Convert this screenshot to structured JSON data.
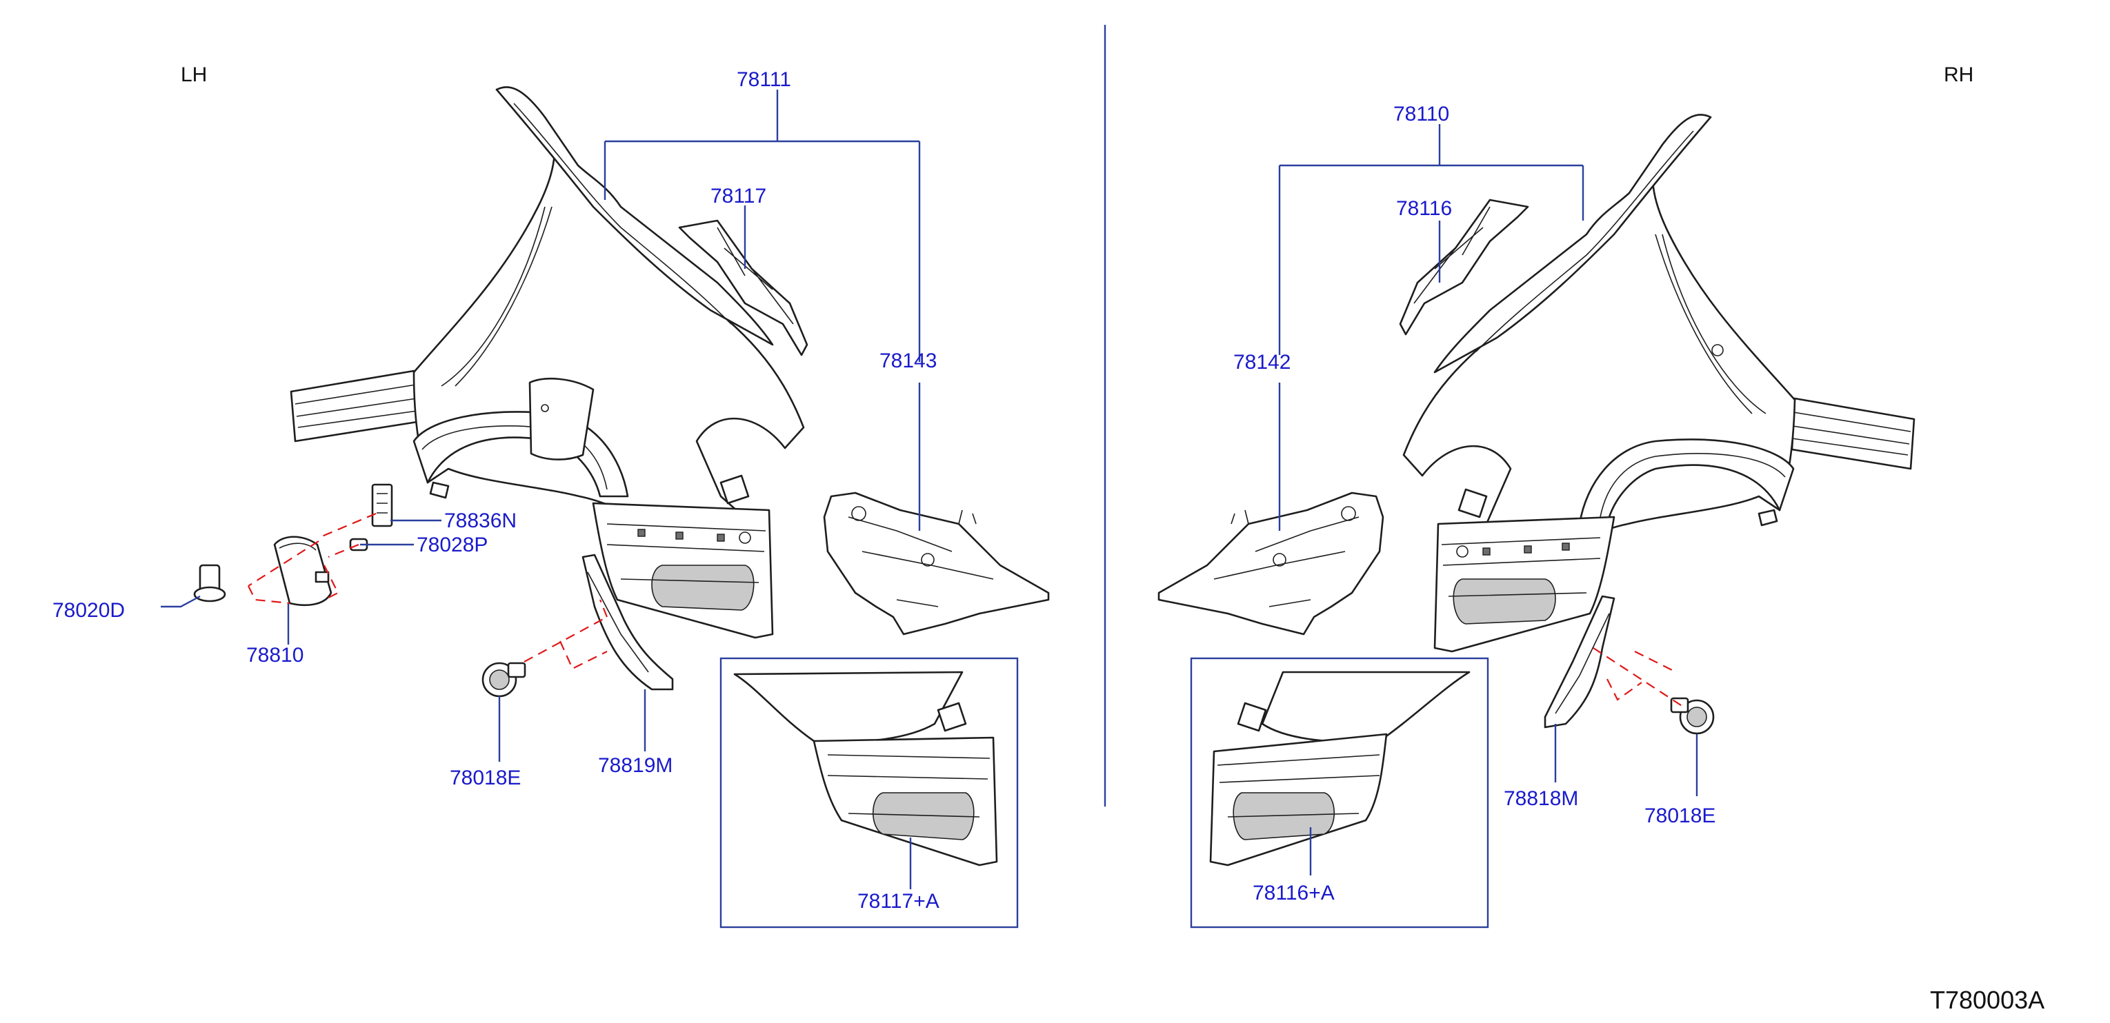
{
  "sides": {
    "left": "LH",
    "right": "RH"
  },
  "reference": "T780003A",
  "labels": {
    "p78111": "78111",
    "p78117": "78117",
    "p78143": "78143",
    "p78836N": "78836N",
    "p78028P": "78028P",
    "p78020D": "78020D",
    "p78810": "78810",
    "p78018E_lh": "78018E",
    "p78819M": "78819M",
    "p78117A": "78117+A",
    "p78110": "78110",
    "p78116": "78116",
    "p78142": "78142",
    "p78818M": "78818M",
    "p78018E_rh": "78018E",
    "p78116A": "78116+A"
  },
  "colors": {
    "label": "#1a1acc",
    "leader": "#2a3f9e",
    "dashed": "#e01818"
  }
}
